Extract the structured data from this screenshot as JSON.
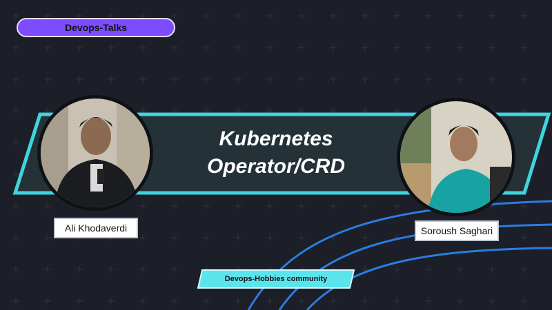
{
  "header": {
    "pill_label": "Devops-Talks"
  },
  "banner": {
    "title_line1": "Kubernetes",
    "title_line2": "Operator/CRD"
  },
  "speakers": [
    {
      "name": "Ali Khodaverdi"
    },
    {
      "name": "Soroush Saghari"
    }
  ],
  "footer": {
    "community_label": "Devops-Hobbies community"
  },
  "colors": {
    "background": "#1c1f27",
    "accent_purple": "#7c4dff",
    "accent_cyan": "#3fd5e0",
    "banner_fill": "#243237",
    "wave_blue": "#2a7de1"
  }
}
